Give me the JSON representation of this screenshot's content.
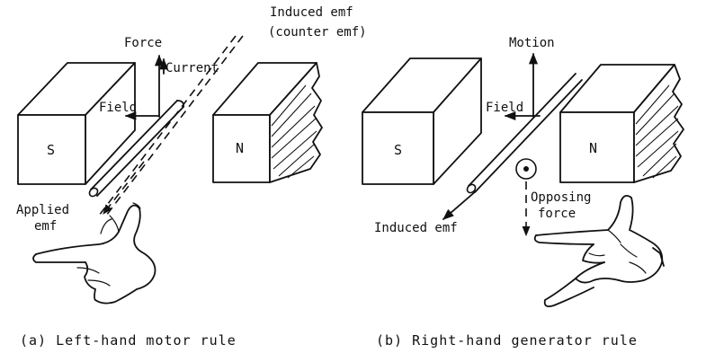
{
  "panel_a": {
    "labels": {
      "force": "Force",
      "current": "Current",
      "induced_emf": "Induced emf",
      "counter_emf": "(counter emf)",
      "field": "Field",
      "applied_emf_1": "Applied",
      "applied_emf_2": "emf",
      "south_pole": "S",
      "north_pole": "N"
    },
    "caption": "(a) Left-hand motor rule"
  },
  "panel_b": {
    "labels": {
      "motion": "Motion",
      "field": "Field",
      "induced_emf": "Induced emf",
      "opposing_1": "Opposing",
      "opposing_2": "force",
      "south_pole": "S",
      "north_pole": "N"
    },
    "caption": "(b) Right-hand generator rule"
  }
}
